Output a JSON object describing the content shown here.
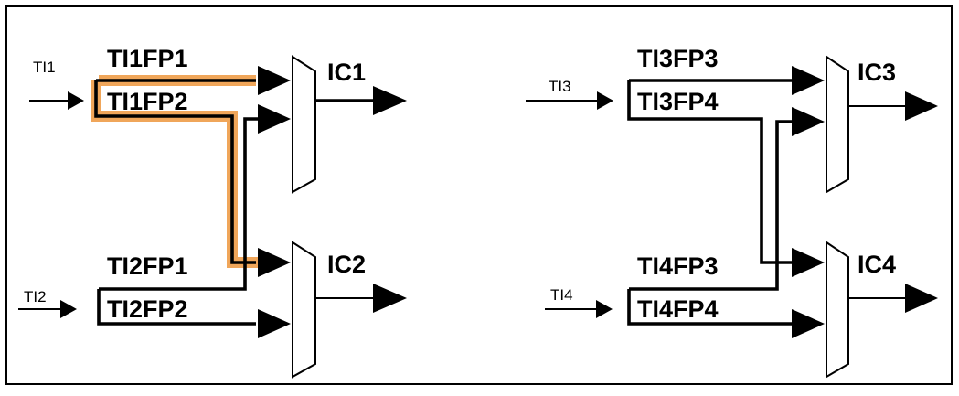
{
  "colors": {
    "highlight": "#f0a65a",
    "line": "#000000",
    "border": "#000000"
  },
  "left": {
    "inputs": [
      "TI1",
      "TI2"
    ],
    "signals": [
      "TI1FP1",
      "TI1FP2",
      "TI2FP1",
      "TI2FP2"
    ],
    "outputs": [
      "IC1",
      "IC2"
    ],
    "highlighted_path": "TI1FP2"
  },
  "right": {
    "inputs": [
      "TI3",
      "TI4"
    ],
    "signals": [
      "TI3FP3",
      "TI3FP4",
      "TI4FP3",
      "TI4FP4"
    ],
    "outputs": [
      "IC3",
      "IC4"
    ]
  }
}
